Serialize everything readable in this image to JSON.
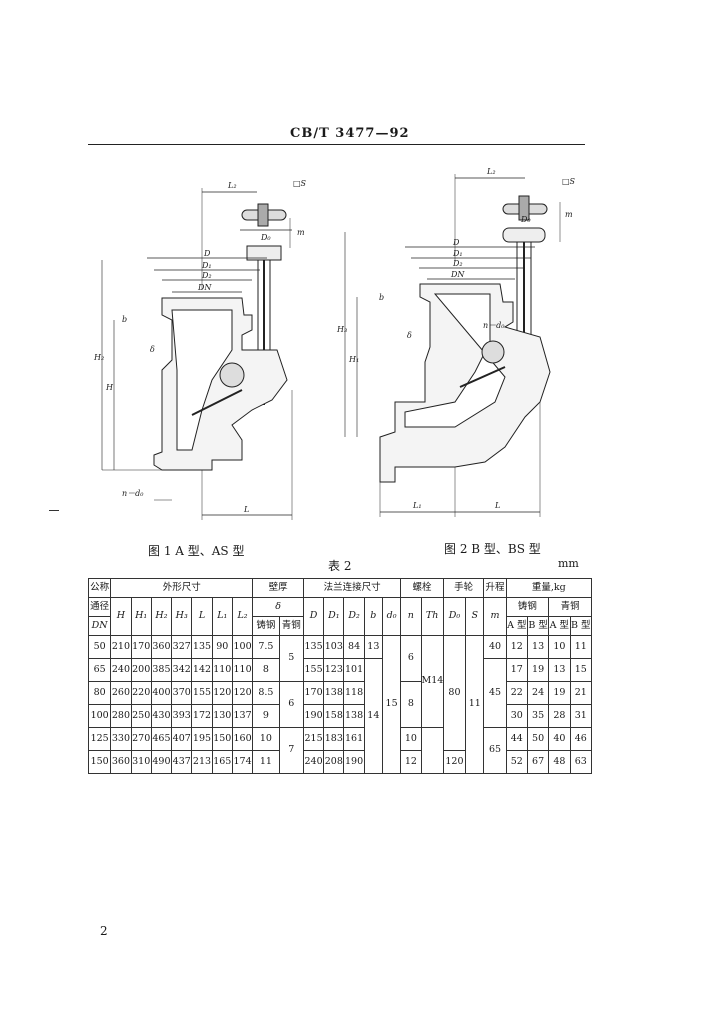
{
  "header": {
    "title": "CB/T 3477—92"
  },
  "figures": [
    {
      "caption": "图 1  A 型、AS 型",
      "labels": {
        "L2": "L₂",
        "S": "□S",
        "D0": "D₀",
        "m": "m",
        "D": "D",
        "D1": "D₁",
        "D2": "D₂",
        "DN": "DN",
        "b": "b",
        "delta": "δ",
        "H": "H",
        "H2": "H₂",
        "nd0": "n－d₀",
        "L": "L"
      }
    },
    {
      "caption": "图 2  B 型、BS 型",
      "labels": {
        "L2": "L₂",
        "S": "□S",
        "D0": "D₀",
        "m": "m",
        "D": "D",
        "D1": "D₁",
        "D2": "D₂",
        "DN": "DN",
        "b": "b",
        "delta": "δ",
        "H1": "H₁",
        "H3": "H₃",
        "nd0": "n－d₀",
        "L": "L",
        "L1": "L₁"
      }
    }
  ],
  "table": {
    "title": "表 2",
    "unit": "mm",
    "headers": {
      "nominal_1": "公称",
      "nominal_2": "通径",
      "nominal_3": "DN",
      "outer": "外形尺寸",
      "wall": "壁厚",
      "flange": "法兰连接尺寸",
      "bolt": "螺栓",
      "handwheel": "手轮",
      "lift": "升程",
      "weight": "重量,kg",
      "H": "H",
      "H1": "H₁",
      "H2": "H₂",
      "H3": "H₃",
      "L": "L",
      "L1": "L₁",
      "L2": "L₂",
      "delta": "δ",
      "cast_steel": "铸钢",
      "bronze": "青铜",
      "D": "D",
      "D1": "D₁",
      "D2": "D₂",
      "b": "b",
      "d0": "d₀",
      "n": "n",
      "Th": "Th",
      "D0": "D₀",
      "S": "S",
      "m": "m",
      "w_cast_steel": "铸钢",
      "w_bronze": "青铜",
      "type_A1": "A 型",
      "type_B1": "B 型",
      "type_A2": "A 型",
      "type_B2": "B 型"
    },
    "rows": [
      {
        "DN": "50",
        "H": "210",
        "H1": "170",
        "H2": "360",
        "H3": "327",
        "L": "135",
        "L1": "90",
        "L2": "100",
        "d_steel": "7.5",
        "D": "135",
        "D1": "103",
        "D2": "84",
        "m": "40",
        "wA1": "12",
        "wB1": "13",
        "wA2": "10",
        "wB2": "11"
      },
      {
        "DN": "65",
        "H": "240",
        "H1": "200",
        "H2": "385",
        "H3": "342",
        "L": "142",
        "L1": "110",
        "L2": "110",
        "d_steel": "8",
        "D": "155",
        "D1": "123",
        "D2": "101",
        "wA1": "17",
        "wB1": "19",
        "wA2": "13",
        "wB2": "15"
      },
      {
        "DN": "80",
        "H": "260",
        "H1": "220",
        "H2": "400",
        "H3": "370",
        "L": "155",
        "L1": "120",
        "L2": "120",
        "d_steel": "8.5",
        "D": "170",
        "D1": "138",
        "D2": "118",
        "wA1": "22",
        "wB1": "24",
        "wA2": "19",
        "wB2": "21"
      },
      {
        "DN": "100",
        "H": "280",
        "H1": "250",
        "H2": "430",
        "H3": "393",
        "L": "172",
        "L1": "130",
        "L2": "137",
        "d_steel": "9",
        "D": "190",
        "D1": "158",
        "D2": "138",
        "wA1": "30",
        "wB1": "35",
        "wA2": "28",
        "wB2": "31"
      },
      {
        "DN": "125",
        "H": "330",
        "H1": "270",
        "H2": "465",
        "H3": "407",
        "L": "195",
        "L1": "150",
        "L2": "160",
        "d_steel": "10",
        "D": "215",
        "D1": "183",
        "D2": "161",
        "n": "10",
        "wA1": "44",
        "wB1": "50",
        "wA2": "40",
        "wB2": "46"
      },
      {
        "DN": "150",
        "H": "360",
        "H1": "310",
        "H2": "490",
        "H3": "437",
        "L": "213",
        "L1": "165",
        "L2": "174",
        "d_steel": "11",
        "D": "240",
        "D1": "208",
        "D2": "190",
        "n": "12",
        "D0": "120",
        "wA1": "52",
        "wB1": "67",
        "wA2": "48",
        "wB2": "63"
      }
    ],
    "merged": {
      "bronze_50_65": "5",
      "bronze_80_100": "6",
      "bronze_125_150": "7",
      "b_50": "13",
      "b_80_150": "14",
      "d0": "15",
      "n_50_65": "6",
      "n_80_100": "8",
      "Th": "M14",
      "D0_50_125": "80",
      "S": "11",
      "m_65_100": "45",
      "m_125_150": "65"
    }
  },
  "page_number": "2"
}
